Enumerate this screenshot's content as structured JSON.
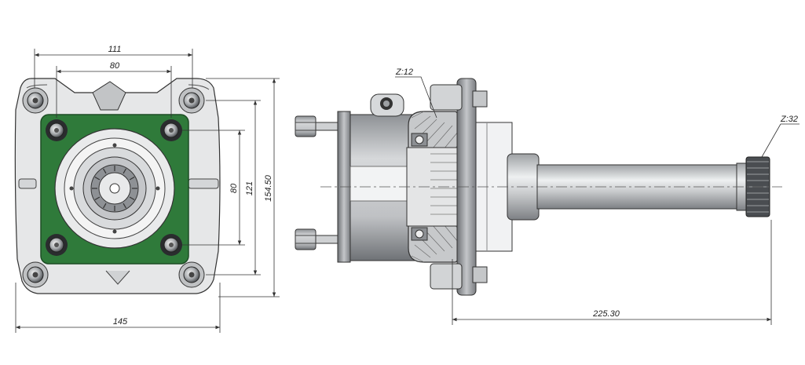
{
  "dimensions": {
    "top_width_outer": "111",
    "top_width_inner": "80",
    "right_height_inner": "80",
    "right_height_mid": "121",
    "right_height_outer": "154.50",
    "bottom_width": "145",
    "shaft_length": "225.30"
  },
  "callouts": {
    "gear_teeth": "Z:12",
    "shaft_teeth": "Z:32"
  },
  "colors": {
    "flange_green": "#2f7a3a",
    "housing_grey": "#b9bcbf",
    "dark_grey": "#5a5d61",
    "shaft_light": "#d8dadc",
    "dimension_line": "#333333"
  }
}
